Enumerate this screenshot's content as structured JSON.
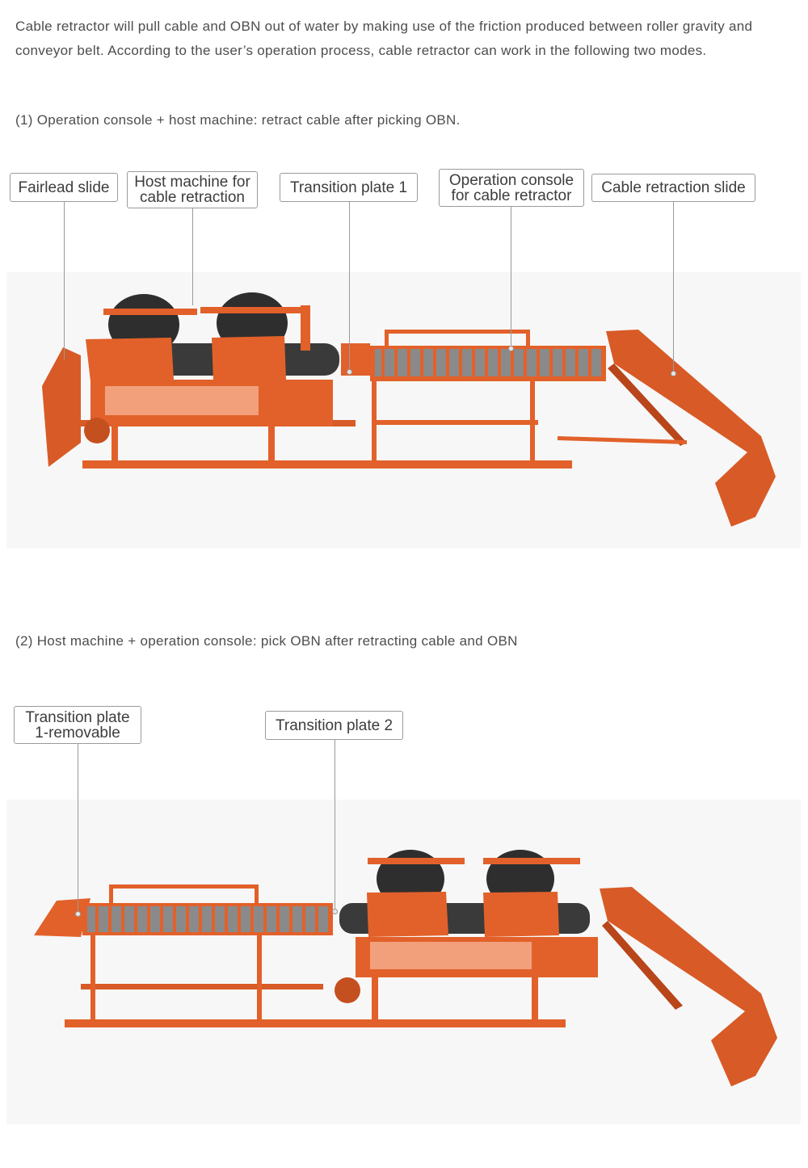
{
  "intro": "Cable retractor will pull cable and OBN out of water by making use of the friction produced between roller gravity and conveyor belt. According to the user’s operation process, cable retractor can work in the following two modes.",
  "modes": [
    {
      "title": "(1) Operation console + host machine: retract cable after picking OBN.",
      "callouts": [
        {
          "label": "Fairlead slide"
        },
        {
          "label": "Host machine for\ncable retraction"
        },
        {
          "label": "Transition plate 1"
        },
        {
          "label": "Operation console\nfor cable retractor"
        },
        {
          "label": "Cable retraction slide"
        }
      ]
    },
    {
      "title": "(2) Host machine + operation console: pick OBN after retracting cable and OBN",
      "callouts": [
        {
          "label": "Transition plate\n1-removable"
        },
        {
          "label": "Transition plate 2"
        }
      ]
    }
  ],
  "colors": {
    "machine": "#e2612a",
    "machine_dark": "#b9451b",
    "roller": "#2e2e2e",
    "belt": "#3a3a3a"
  }
}
